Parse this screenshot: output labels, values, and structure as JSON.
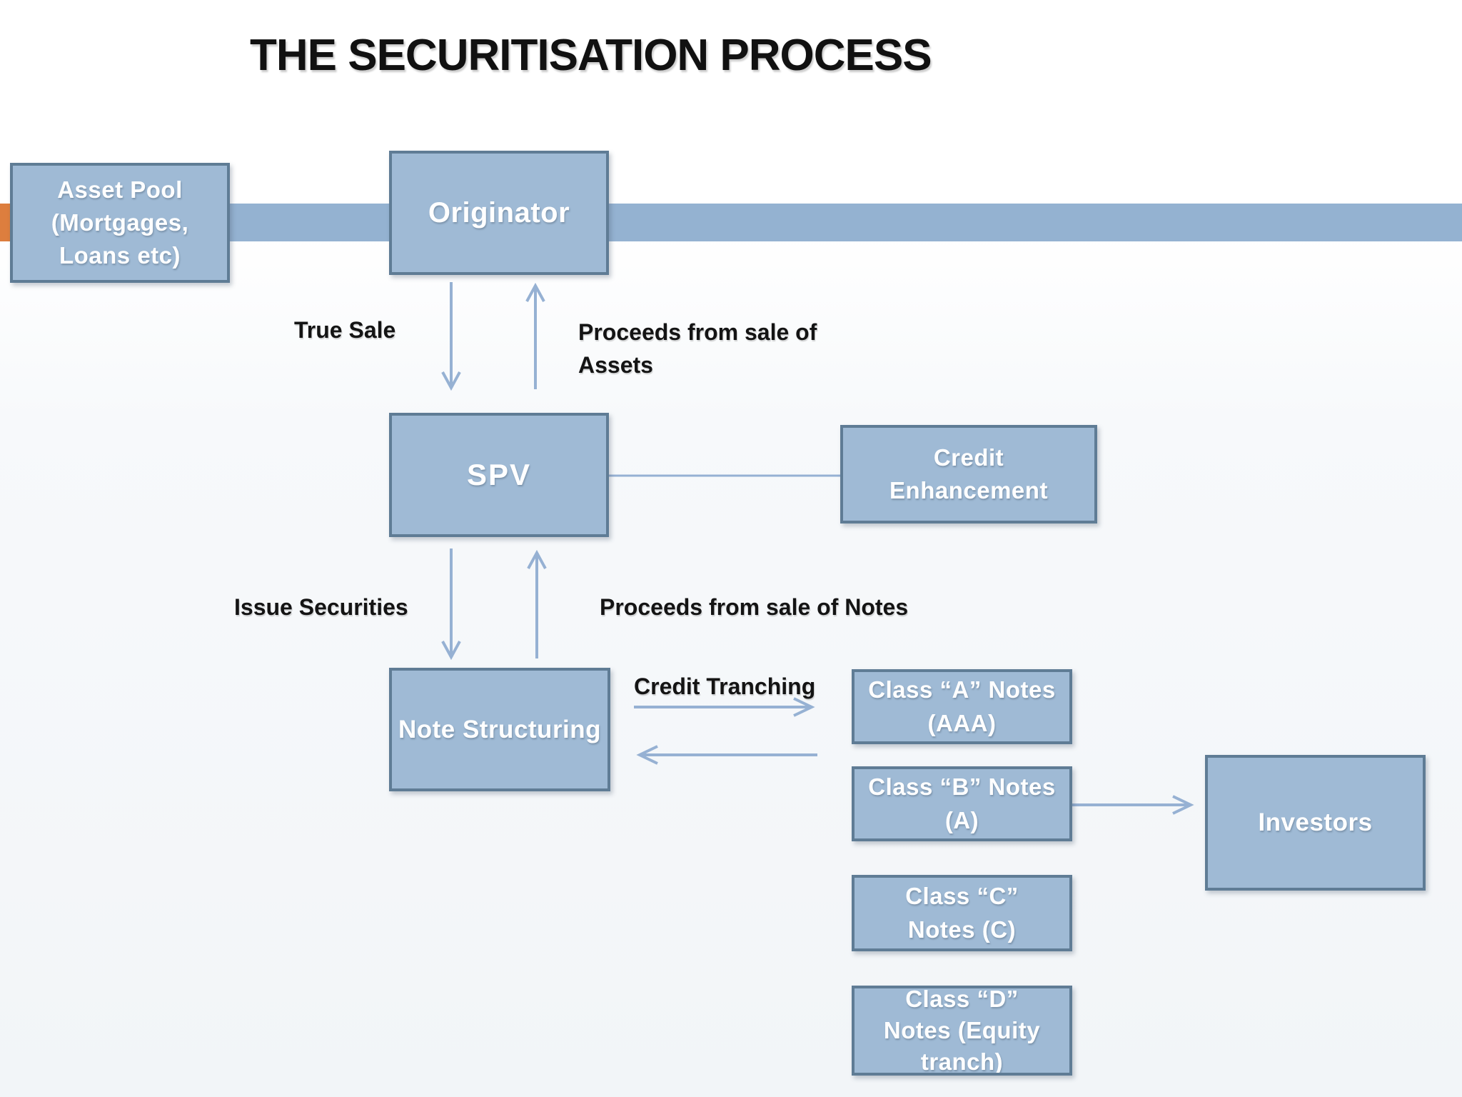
{
  "title": "THE SECURITISATION PROCESS",
  "nodes": {
    "asset_pool": {
      "lines": [
        "Asset Pool",
        "(Mortgages,",
        "Loans etc)"
      ]
    },
    "originator": {
      "lines": [
        "Originator"
      ]
    },
    "spv": {
      "lines": [
        "SPV"
      ]
    },
    "credit_enhancement": {
      "lines": [
        "Credit",
        "Enhancement"
      ]
    },
    "note_structuring": {
      "lines": [
        "Note Structuring"
      ]
    },
    "class_a": {
      "lines": [
        "Class “A” Notes",
        "(AAA)"
      ]
    },
    "class_b": {
      "lines": [
        "Class “B” Notes",
        "(A)"
      ]
    },
    "class_c": {
      "lines": [
        "Class “C”",
        "Notes (C)"
      ]
    },
    "class_d": {
      "lines": [
        "Class “D”",
        "Notes (Equity",
        "tranch)"
      ]
    },
    "investors": {
      "lines": [
        "Investors"
      ]
    }
  },
  "edge_labels": {
    "true_sale": "True Sale",
    "proceeds_assets": "Proceeds from sale of Assets",
    "issue_securities": "Issue Securities",
    "proceeds_notes": "Proceeds from sale of Notes",
    "credit_tranching": "Credit Tranching"
  },
  "colors": {
    "box_fill": "#9fbad5",
    "box_border": "#5f7c95",
    "box_text": "#ffffff",
    "bar": "#94b2d1",
    "accent_orange": "#dd7e3e",
    "arrow": "#96b1d3",
    "label_text": "#141414"
  }
}
